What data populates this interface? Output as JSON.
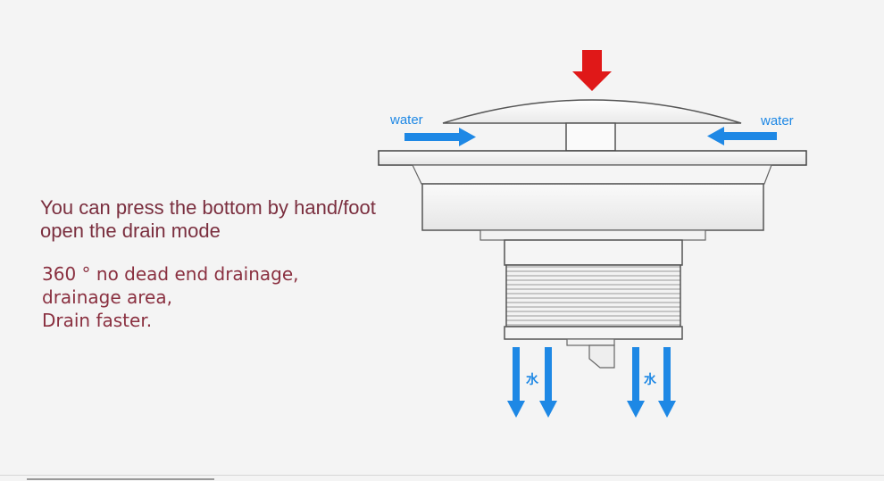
{
  "headline": {
    "line1": "You can press the bottom by hand/foot",
    "line2": "open the drain mode"
  },
  "features": [
    "360 ° no dead end drainage,",
    "drainage area,",
    "Drain faster."
  ],
  "labels": {
    "water_left": "water",
    "water_right": "water",
    "water_char_left": "水",
    "water_char_right": "水"
  },
  "colors": {
    "press_arrow": "#e01818",
    "water_arrow": "#1e88e5",
    "headline_text": "#7a2e3e",
    "body_text": "#8a3040"
  },
  "icons": {
    "press": "red-down-arrow-icon",
    "inflow": "blue-horizontal-arrow-icon",
    "outflow": "blue-down-arrow-icon"
  }
}
